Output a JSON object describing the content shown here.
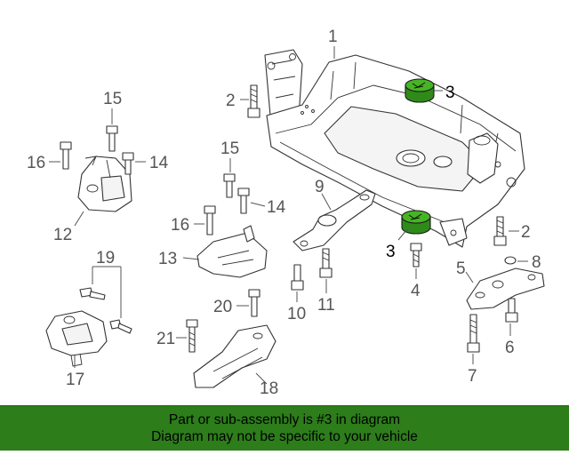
{
  "callouts": {
    "c1": "1",
    "c2a": "2",
    "c2b": "2",
    "c3a": "3",
    "c3b": "3",
    "c4": "4",
    "c5": "5",
    "c6": "6",
    "c7": "7",
    "c8": "8",
    "c9": "9",
    "c10": "10",
    "c11": "11",
    "c12": "12",
    "c13": "13",
    "c14a": "14",
    "c14b": "14",
    "c15a": "15",
    "c15b": "15",
    "c16a": "16",
    "c16b": "16",
    "c17": "17",
    "c18": "18",
    "c19": "19",
    "c20": "20",
    "c21": "21"
  },
  "highlight": {
    "part_number": "3",
    "color": "#46b424"
  },
  "footer": {
    "line1": "Part or sub-assembly is #3 in diagram",
    "line2": "Diagram may not be specific to your vehicle",
    "background": "#2d7d1b"
  }
}
